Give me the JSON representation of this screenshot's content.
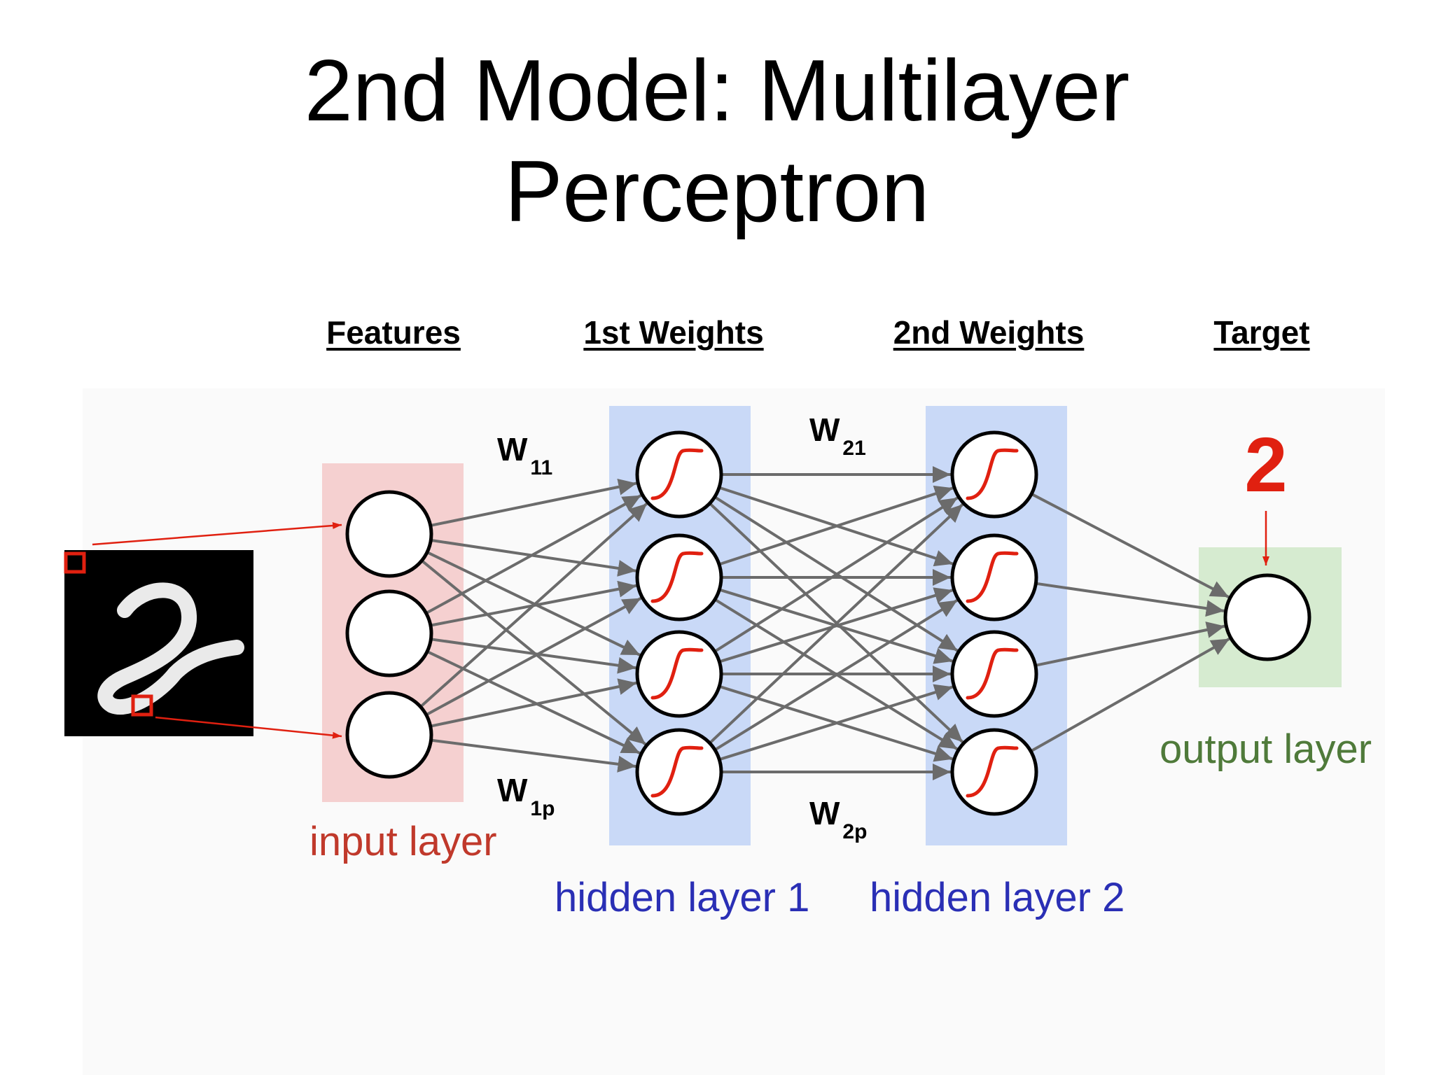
{
  "title": {
    "line1": "2nd Model: Multilayer",
    "line2": "Perceptron"
  },
  "headers": {
    "features": "Features",
    "first_weights": "1st Weights",
    "second_weights": "2nd Weights",
    "target": "Target"
  },
  "weights": {
    "w11": {
      "base": "W",
      "sub": "11"
    },
    "w1p": {
      "base": "W",
      "sub": "1p"
    },
    "w21": {
      "base": "W",
      "sub": "21"
    },
    "w2p": {
      "base": "W",
      "sub": "2p"
    }
  },
  "layers": {
    "input": "input layer",
    "hidden1": "hidden layer 1",
    "hidden2": "hidden layer 2",
    "output": "output layer"
  },
  "target_value": "2",
  "node_counts": {
    "input": 3,
    "hidden1": 4,
    "hidden2": 4,
    "output": 1
  },
  "colors": {
    "input_band": "#f5d0d0",
    "hidden_band": "#c9d9f7",
    "output_band": "#d6ebd0",
    "input_text": "#c0392b",
    "hidden_text": "#2a2fb5",
    "output_text": "#4f7a3a",
    "arrow_red": "#e02010",
    "edge_gray": "#6b6b6b",
    "sigmoid_red": "#e02010"
  }
}
